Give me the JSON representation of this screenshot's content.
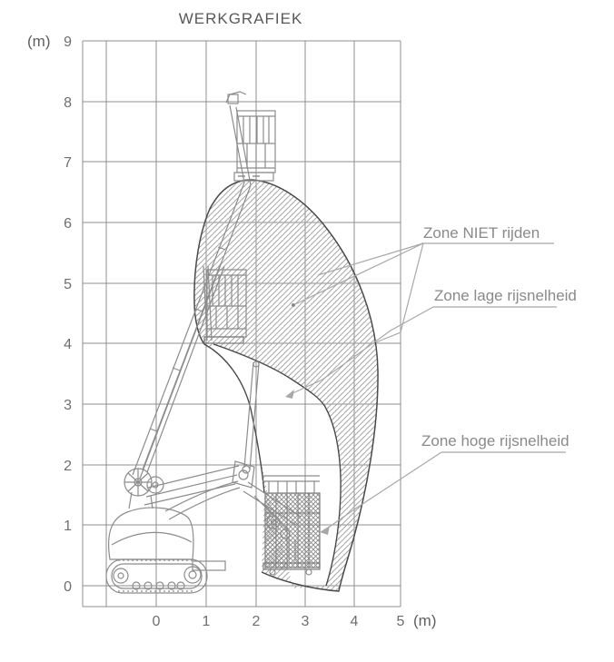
{
  "title": "WERKGRAFIEK",
  "axes": {
    "y_unit": "(m)",
    "x_unit": "(m)",
    "y_ticks": [
      "9",
      "8",
      "7",
      "6",
      "5",
      "4",
      "3",
      "2",
      "1",
      "0"
    ],
    "x_ticks": [
      "0",
      "1",
      "2",
      "3",
      "4",
      "5"
    ]
  },
  "zones": [
    {
      "id": "no_drive",
      "label": "Zone NIET rijden"
    },
    {
      "id": "low_speed",
      "label": "Zone lage rijsnelheid"
    },
    {
      "id": "high_speed",
      "label": "Zone hoge rijsnelheid"
    }
  ],
  "colors": {
    "grid": "#8f8f8f",
    "envelope_stroke": "#4a4a4a",
    "hatch": "#a6a6a6",
    "dense_hatch": "#8a8a8a",
    "machine": "#8c8c8c",
    "leader": "#a8a8a8",
    "text": "#6e6e6e"
  },
  "chart_data": {
    "type": "area",
    "title": "WERKGRAFIEK",
    "xlabel": "(m)",
    "ylabel": "(m)",
    "xlim": [
      -1.5,
      5
    ],
    "ylim": [
      0,
      9
    ],
    "x_tick_values": [
      0,
      1,
      2,
      3,
      4,
      5
    ],
    "y_tick_values": [
      0,
      1,
      2,
      3,
      4,
      5,
      6,
      7,
      8,
      9
    ],
    "grid": true,
    "zones": [
      {
        "name": "Zone NIET rijden",
        "style": "diagonal-hatch",
        "outline_points_m": [
          [
            1.2,
            6.5
          ],
          [
            1.9,
            6.75
          ],
          [
            3.0,
            5.2
          ],
          [
            4.5,
            3.6
          ],
          [
            4.4,
            1.6
          ],
          [
            3.7,
            0.0
          ],
          [
            2.1,
            0.3
          ],
          [
            0.8,
            4.0
          ],
          [
            0.77,
            5.0
          ]
        ],
        "description": "large hatched working envelope: top ~6.8 m, max outreach ~4.5 m at ~3.5 m height"
      },
      {
        "name": "Zone lage rijsnelheid",
        "style": "white-band",
        "outline_points_m": [
          [
            1.1,
            4.0
          ],
          [
            2.7,
            3.0
          ],
          [
            3.7,
            1.85
          ],
          [
            3.75,
            0.05
          ],
          [
            3.4,
            0.05
          ],
          [
            2.2,
            1.55
          ],
          [
            1.1,
            3.9
          ]
        ],
        "description": "white crescent band between platform mid position (~1 m, 4 m) and low position (~3 m, 0.5 m)"
      },
      {
        "name": "Zone hoge rijsnelheid",
        "style": "cross-hatch",
        "outline_points_m": [
          [
            2.2,
            1.6
          ],
          [
            3.3,
            1.6
          ],
          [
            3.3,
            0.35
          ],
          [
            2.2,
            0.35
          ]
        ],
        "description": "dense cross-hatched platform box, x 2.2-3.3 m, y 0.35-1.6 m"
      }
    ]
  }
}
